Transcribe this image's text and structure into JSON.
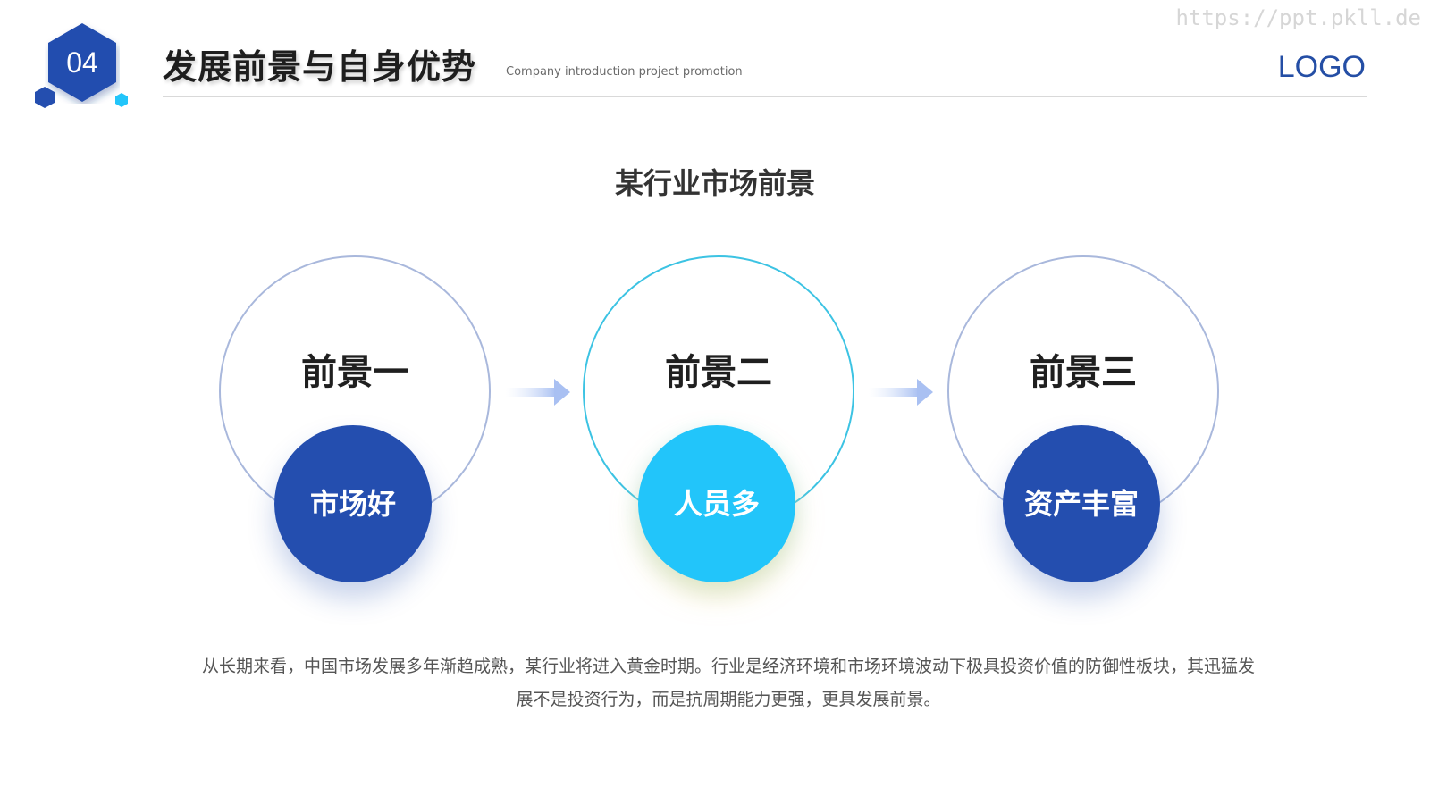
{
  "header": {
    "section_number": "04",
    "title": "发展前景与自身优势",
    "subtitle": "Company introduction project promotion",
    "logo": "LOGO",
    "watermark": "https://ppt.pkll.de"
  },
  "section": {
    "title": "某行业市场前景"
  },
  "prospects": [
    {
      "title": "前景一",
      "label": "市场好",
      "accent": "#244eaf"
    },
    {
      "title": "前景二",
      "label": "人员多",
      "accent": "#22c5fa"
    },
    {
      "title": "前景三",
      "label": "资产丰富",
      "accent": "#244eaf"
    }
  ],
  "icons": {
    "arrow": "arrow-right-icon",
    "badge": "hexagon-icon"
  },
  "description": "从长期来看，中国市场发展多年渐趋成熟，某行业将进入黄金时期。行业是经济环境和市场环境波动下极具投资价值的防御性板块，其迅猛发展不是投资行为，而是抗周期能力更强，更具发展前景。",
  "colors": {
    "primary_blue": "#244eaf",
    "accent_cyan": "#22c5fa",
    "logo_blue": "#244ea5"
  }
}
